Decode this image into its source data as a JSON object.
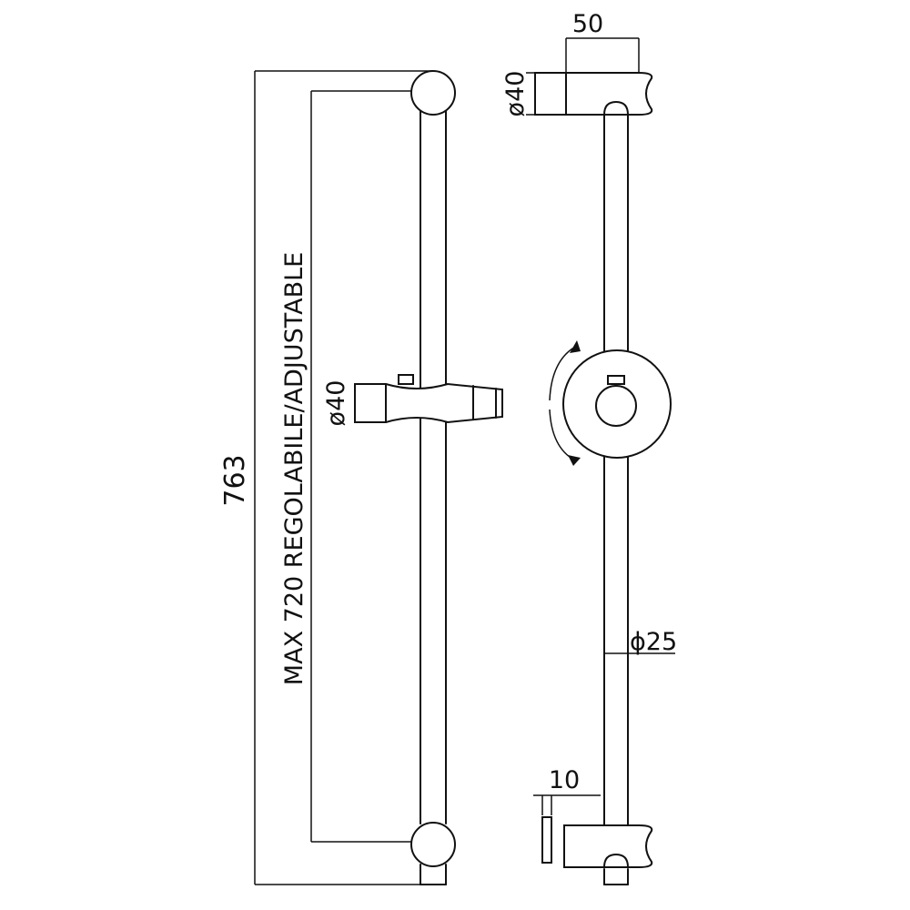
{
  "drawing": {
    "front_view": {
      "overall_height": "763",
      "adjustable_span": "MAX 720 REGOLABILE/ADJUSTABLE",
      "slider_diameter": "ø40"
    },
    "side_view": {
      "bracket_depth": "50",
      "bracket_diameter": "ø40",
      "bar_diameter": "ϕ25",
      "holder_offset": "10"
    },
    "colors": {
      "line": "#111111",
      "background": "#ffffff"
    },
    "icons": [
      "rotation-arrow-icon"
    ]
  }
}
